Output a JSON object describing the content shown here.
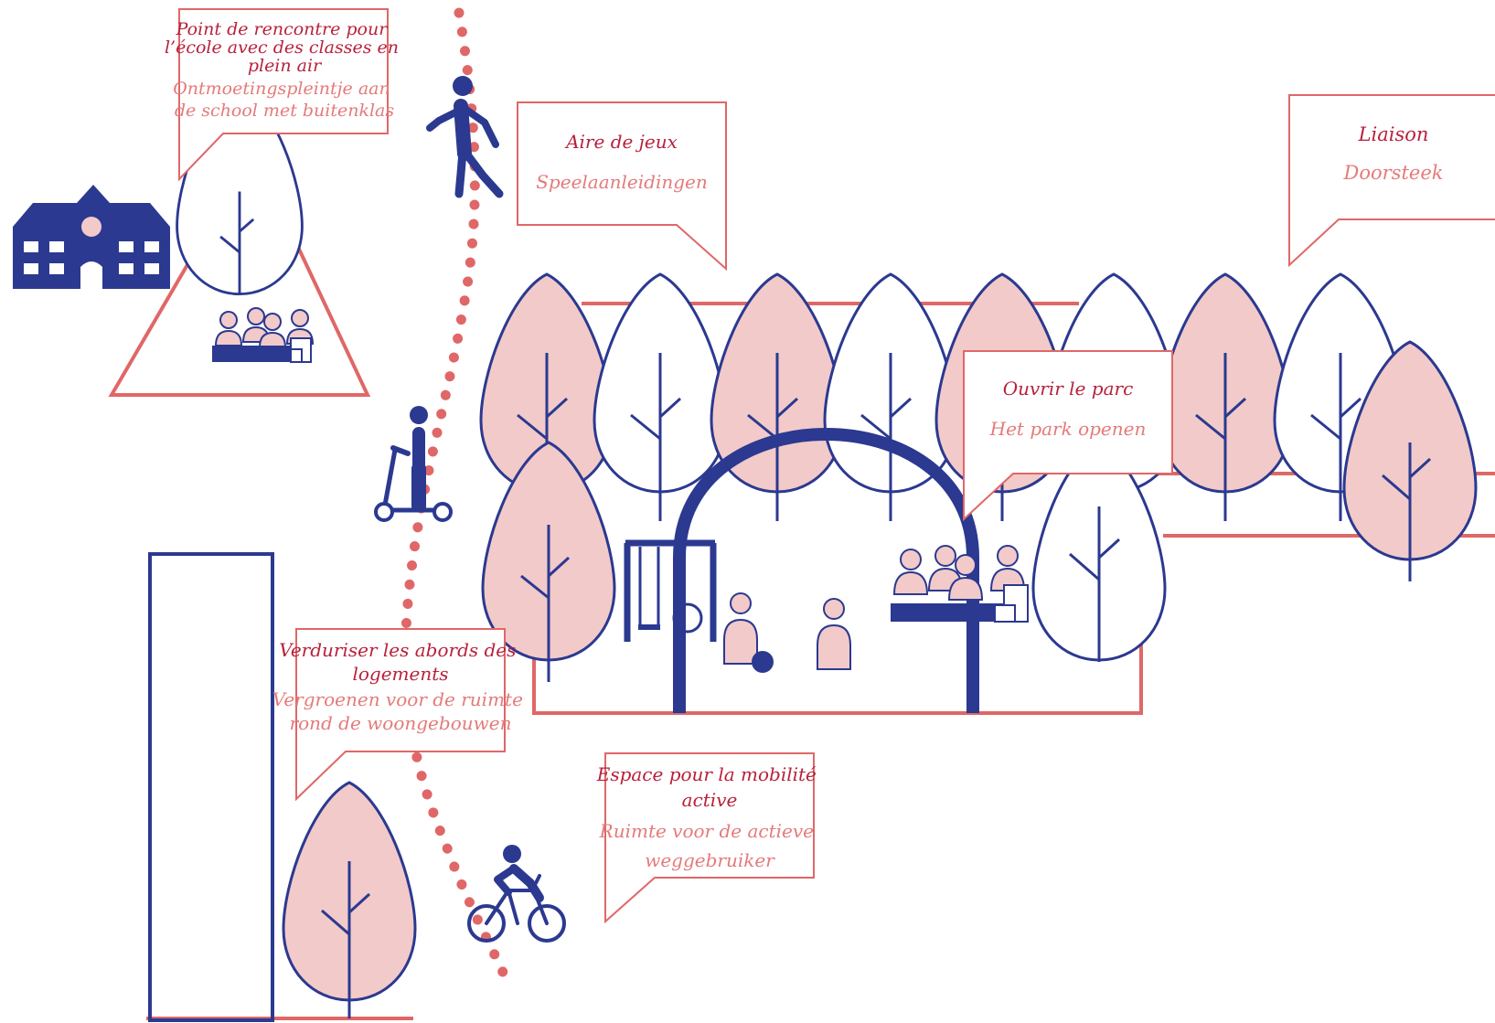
{
  "callouts": {
    "school": {
      "fr": [
        "Point de rencontre pour",
        "l’école avec des classes en",
        "plein air"
      ],
      "nl": [
        "Ontmoetingspleintje aan",
        "de school met buitenklas"
      ]
    },
    "playground": {
      "fr": [
        "Aire de jeux"
      ],
      "nl": [
        "Speelaanleidingen"
      ]
    },
    "link": {
      "fr": [
        "Liaison"
      ],
      "nl": [
        "Doorsteek"
      ]
    },
    "park": {
      "fr": [
        "Ouvrir le parc"
      ],
      "nl": [
        "Het park openen"
      ]
    },
    "housing": {
      "fr": [
        "Verduriser les abords des",
        "logements"
      ],
      "nl": [
        "Vergroenen voor de ruimte",
        "rond de woongebouwen"
      ]
    },
    "mobility": {
      "fr": [
        "Espace pour la mobilité",
        "active"
      ],
      "nl": [
        "Ruimte voor de actieve",
        "weggebruiker"
      ]
    }
  },
  "icons": {
    "school": "school-building-icon",
    "pedestrian": "pedestrian-icon",
    "scooter": "scooter-rider-icon",
    "cyclist": "cyclist-icon",
    "swing": "swing-icon",
    "bench": "bench-icon",
    "tree": "tree-icon",
    "person": "person-icon"
  },
  "colors": {
    "navy": "#2b3990",
    "red": "#e06767",
    "salmon": "#f2cac9",
    "dark_red_text": "#b8213c",
    "light_red_text": "#e57a7a"
  }
}
